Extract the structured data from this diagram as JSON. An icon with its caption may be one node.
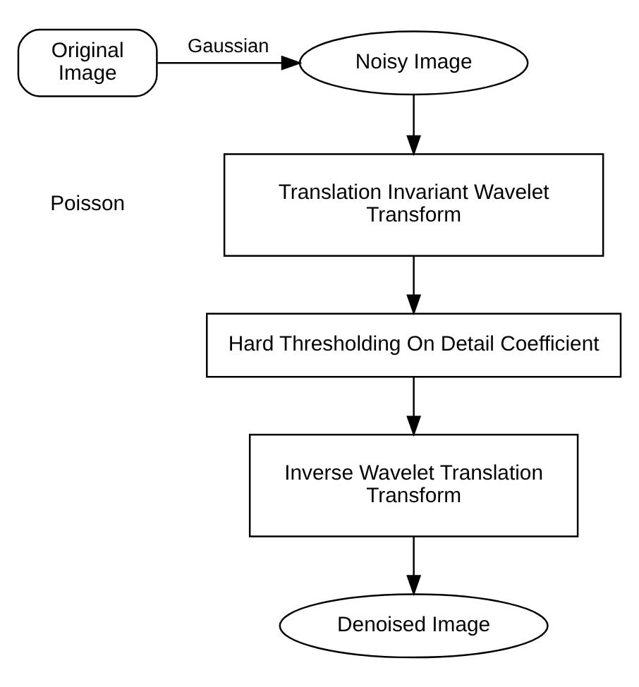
{
  "diagram": {
    "nodes": [
      {
        "text": [
          "Original Image"
        ]
      },
      {
        "text": [
          "Noisy Image"
        ]
      },
      {
        "text": [
          "Translation Invariant Wavelet Transform"
        ]
      },
      {
        "text": [
          "Hard Thresholding On Detail Coefficient"
        ]
      },
      {
        "text": [
          "Inverse Wavelet Translation Transform"
        ]
      },
      {
        "text": [
          "Denoised Image"
        ]
      }
    ],
    "edges": [
      {
        "from": 0,
        "to": 1,
        "arrow": "to",
        "label": "Gaussian"
      },
      {
        "from": 1,
        "to": 2,
        "arrow": "to"
      },
      {
        "from": 2,
        "to": 3,
        "arrow": "to"
      },
      {
        "from": 3,
        "to": 4,
        "arrow": "to"
      },
      {
        "from": 4,
        "to": 5,
        "arrow": "to"
      }
    ],
    "labels": [
      "Poisson"
    ]
  }
}
